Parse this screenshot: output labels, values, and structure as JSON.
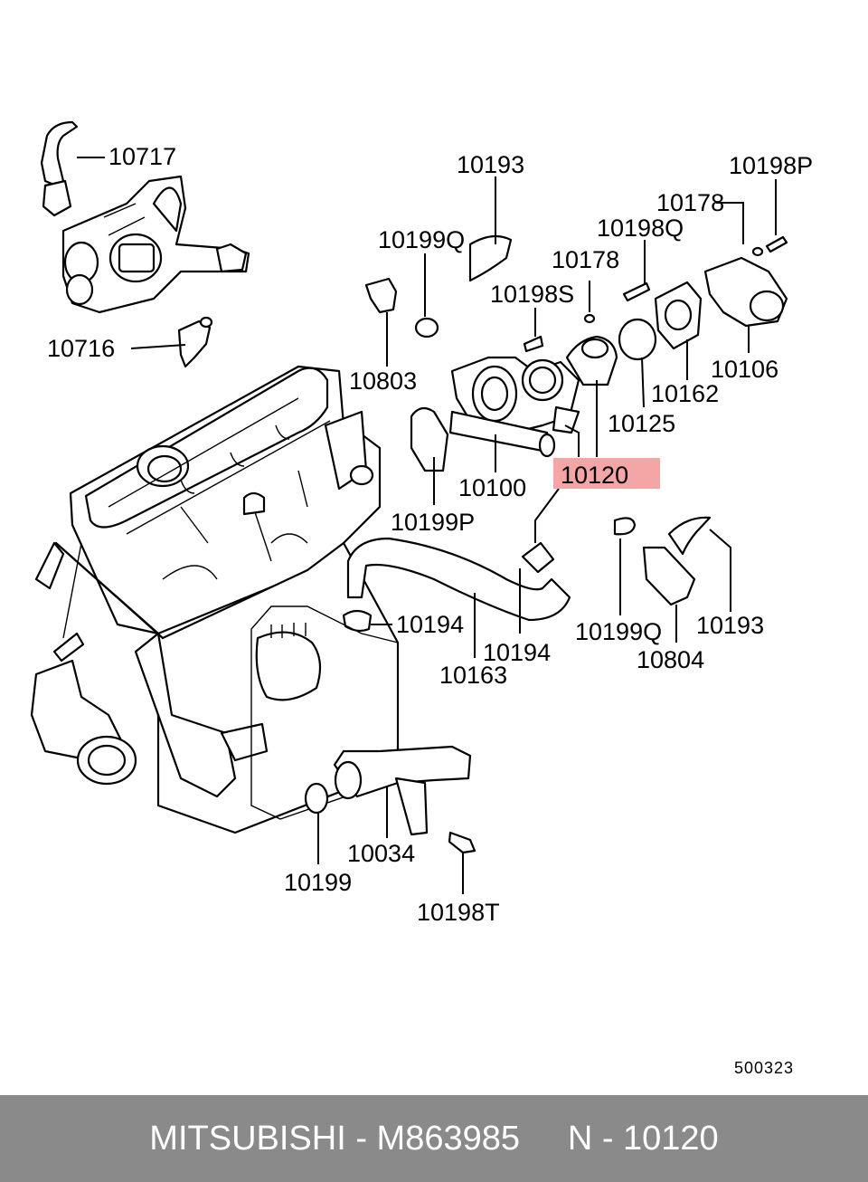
{
  "labels": {
    "p10717": "10717",
    "p10716": "10716",
    "p10193_top": "10193",
    "p10199Q_top": "10199Q",
    "p10803": "10803",
    "p10198S": "10198S",
    "p10178_mid": "10178",
    "p10198Q": "10198Q",
    "p10178_top": "10178",
    "p10198P": "10198P",
    "p10106": "10106",
    "p10162": "10162",
    "p10125": "10125",
    "p10120": "10120",
    "p10100": "10100",
    "p10199P": "10199P",
    "p10194_left": "10194",
    "p10194_right": "10194",
    "p10163": "10163",
    "p10199Q_low": "10199Q",
    "p10193_low": "10193",
    "p10804": "10804",
    "p10034": "10034",
    "p10199": "10199",
    "p10198T": "10198T"
  },
  "highlight_color": "#f4a6a6",
  "diagram_code": "500323",
  "footer": {
    "brand": "MITSUBISHI",
    "sep1": " - ",
    "part_number": "M863985",
    "gap": "     ",
    "ref": "N - 10120"
  }
}
